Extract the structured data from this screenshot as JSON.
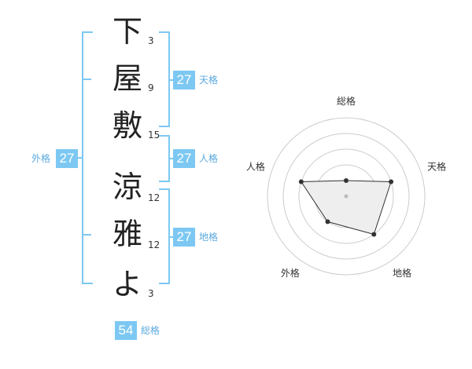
{
  "name_chars": [
    {
      "char": "下",
      "strokes": "3"
    },
    {
      "char": "屋",
      "strokes": "9"
    },
    {
      "char": "敷",
      "strokes": "15"
    },
    {
      "char": "涼",
      "strokes": "12"
    },
    {
      "char": "雅",
      "strokes": "12"
    },
    {
      "char": "よ",
      "strokes": "3"
    }
  ],
  "fortunes": {
    "tenkaku": {
      "value": "27",
      "label": "天格"
    },
    "jinkaku": {
      "value": "27",
      "label": "人格"
    },
    "chikaku": {
      "value": "27",
      "label": "地格"
    },
    "gaikaku": {
      "value": "27",
      "label": "外格"
    },
    "soukaku": {
      "value": "54",
      "label": "総格"
    }
  },
  "colors": {
    "accent": "#7cc8f2",
    "accent_text": "#5aa9de",
    "radar_fill": "#eeeeee",
    "radar_point": "#333333"
  },
  "chart_data": {
    "type": "radar",
    "axes": [
      "総格",
      "天格",
      "地格",
      "外格",
      "人格"
    ],
    "values": [
      1,
      3,
      3,
      2,
      3
    ],
    "max": 5
  }
}
